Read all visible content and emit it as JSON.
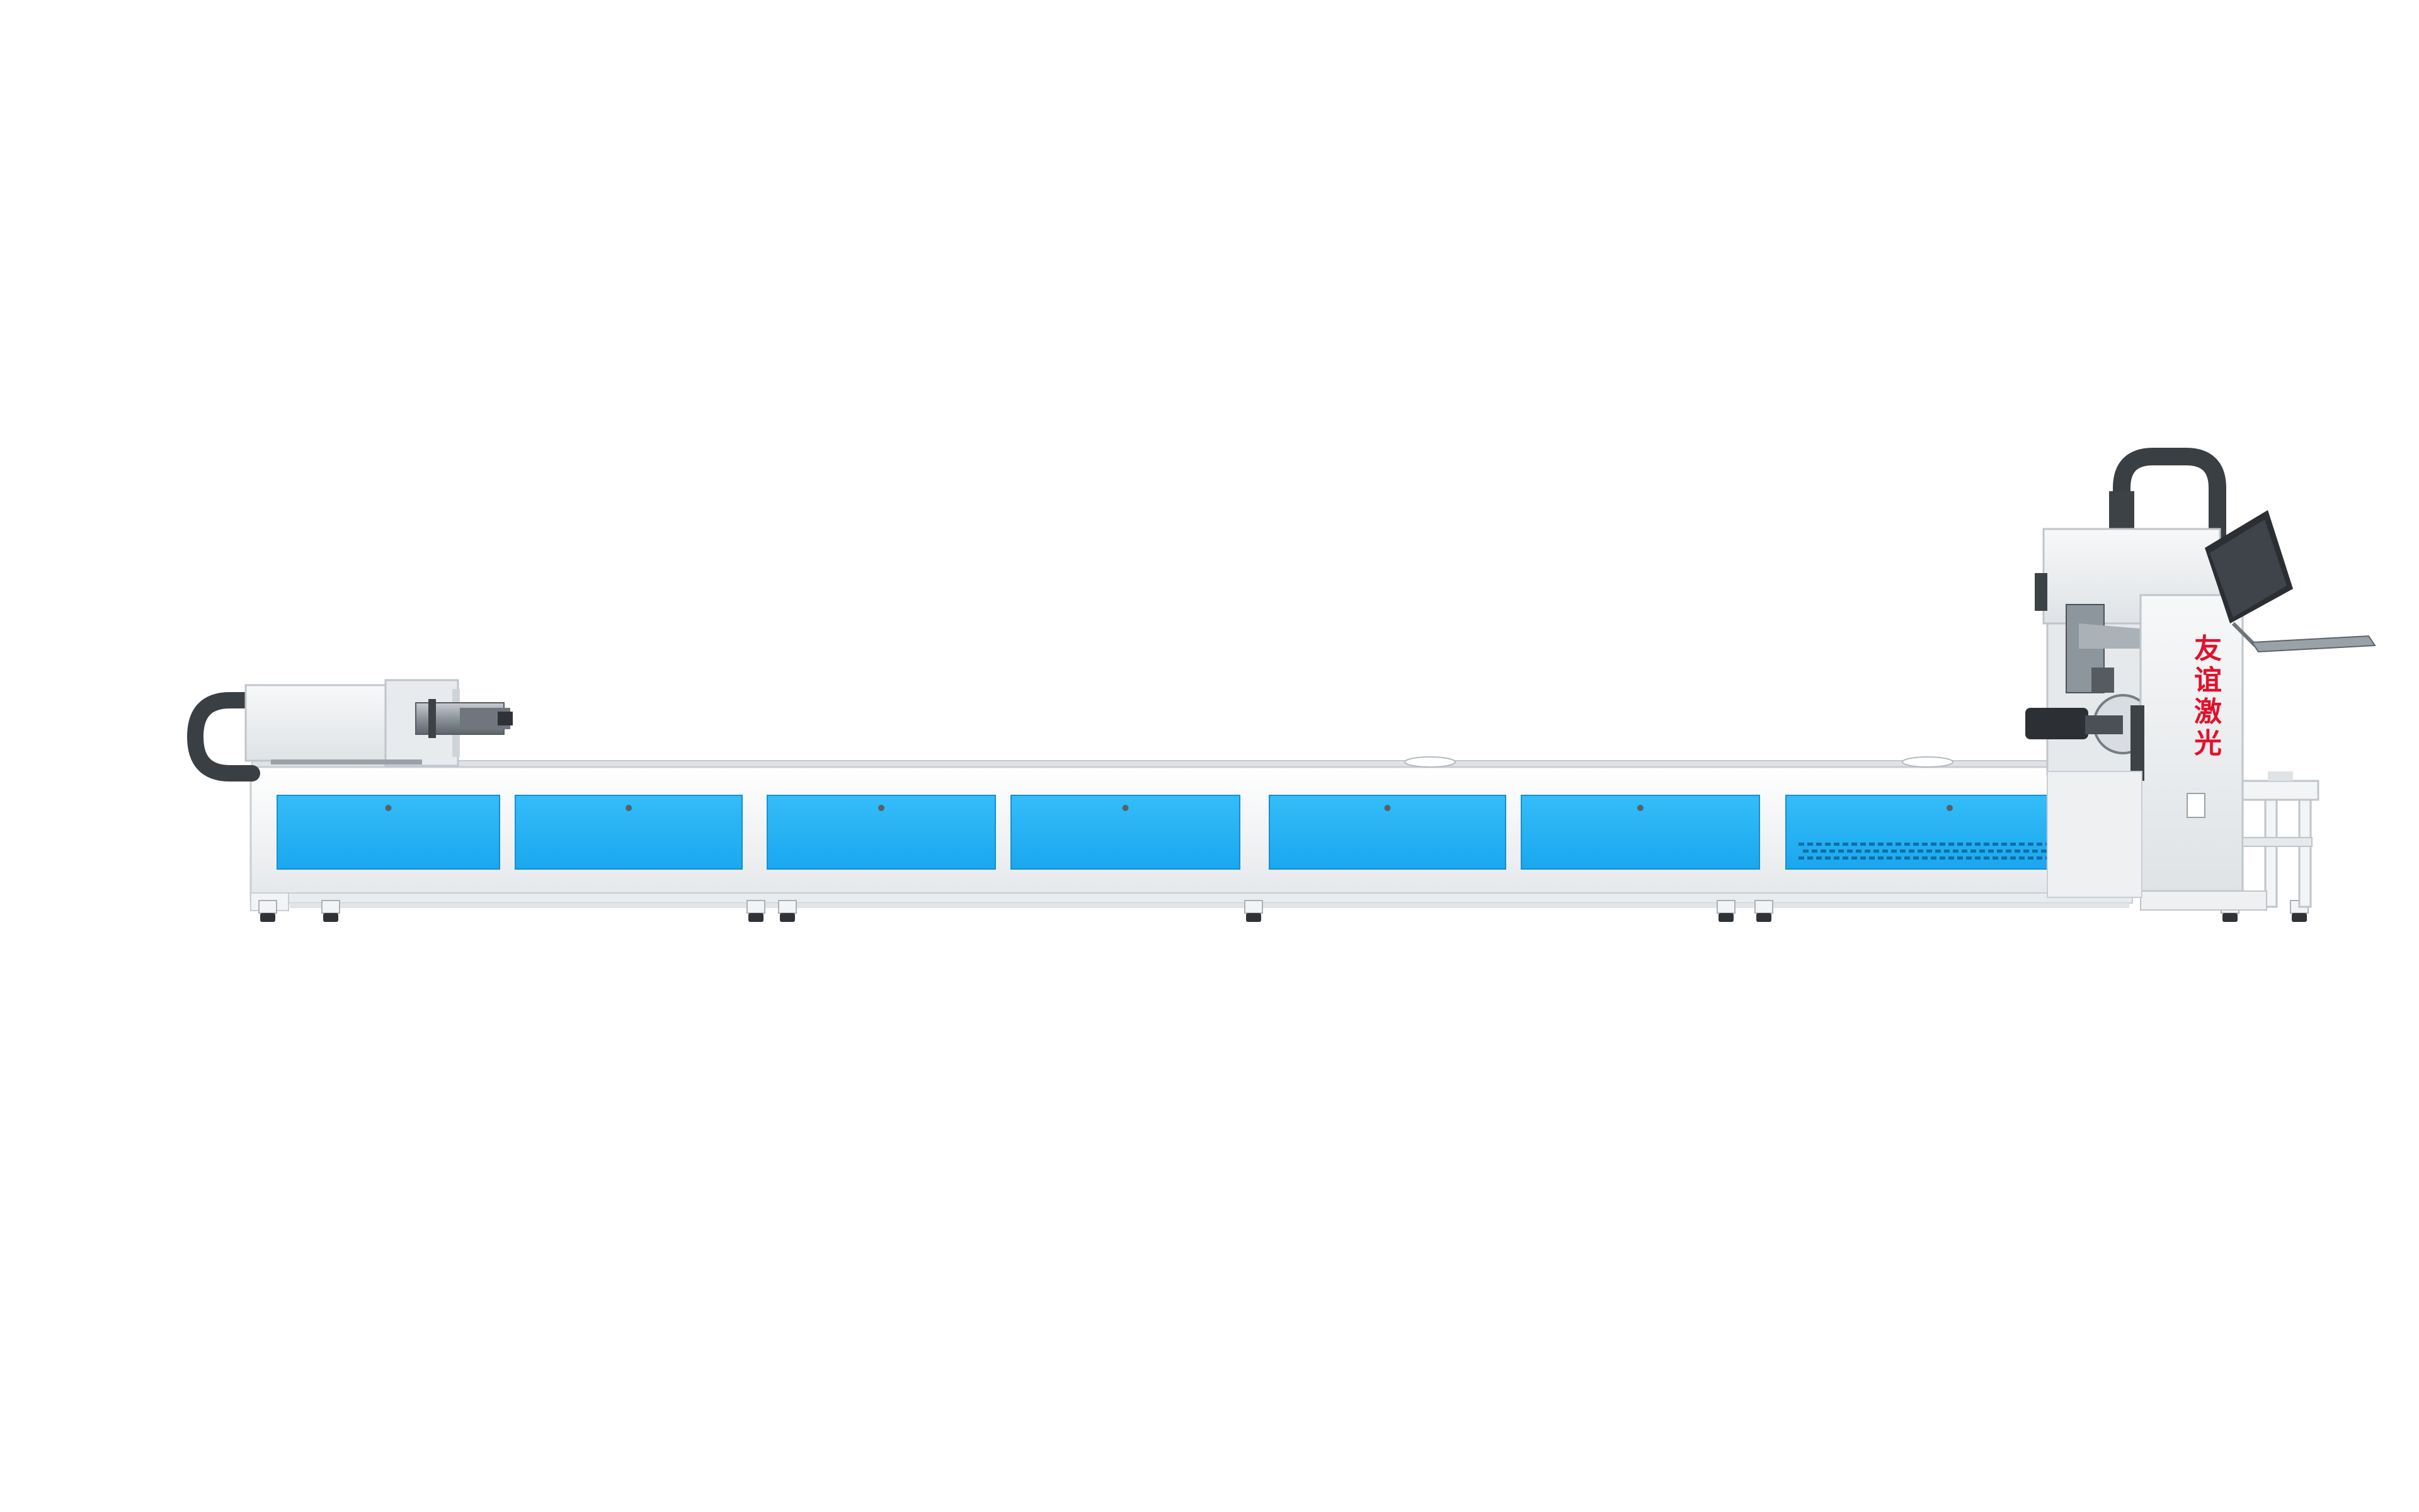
{
  "colors": {
    "background": "#ffffff",
    "panel_blue": "#29b2f5",
    "frame_white": "#f3f4f6",
    "frame_edge": "#c9ced4",
    "dark_metal": "#3d4247",
    "brand_red": "#e3102b"
  },
  "machine": {
    "brand_label": [
      "友",
      "谊",
      "激",
      "光"
    ],
    "panel_count": 7,
    "icons": {
      "cable_chain": "cable-chain-icon",
      "control_monitor": "monitor-icon",
      "chuck": "chuck-icon",
      "cutting_head": "laser-head-icon"
    }
  }
}
